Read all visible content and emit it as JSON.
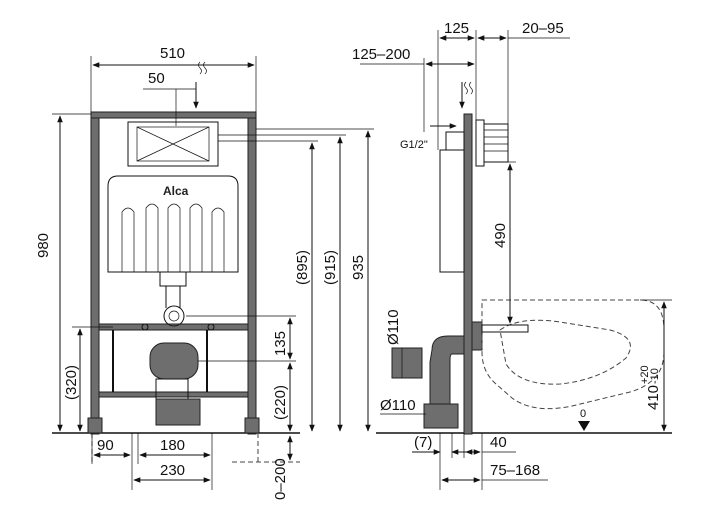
{
  "front_view": {
    "width_top": "510",
    "offset_50": "50",
    "height_980": "980",
    "height_895": "(895)",
    "height_915": "(915)",
    "height_935": "935",
    "height_320": "(320)",
    "height_135": "135",
    "height_220": "(220)",
    "width_90": "90",
    "width_180": "180",
    "width_230": "230",
    "range_0_200": "0–200",
    "brand": "Alca"
  },
  "side_view": {
    "depth_125": "125",
    "depth_20_95": "20–95",
    "depth_125_200": "125–200",
    "thread": "G1/2\"",
    "height_490": "490",
    "pipe_dia_top": "Ø110",
    "pipe_dia_bottom": "Ø110",
    "offset_7": "(7)",
    "offset_40": "40",
    "range_75_168": "75–168",
    "height_410": "410",
    "tol_plus": "+20",
    "tol_minus": "-10",
    "floor_zero": "0"
  }
}
